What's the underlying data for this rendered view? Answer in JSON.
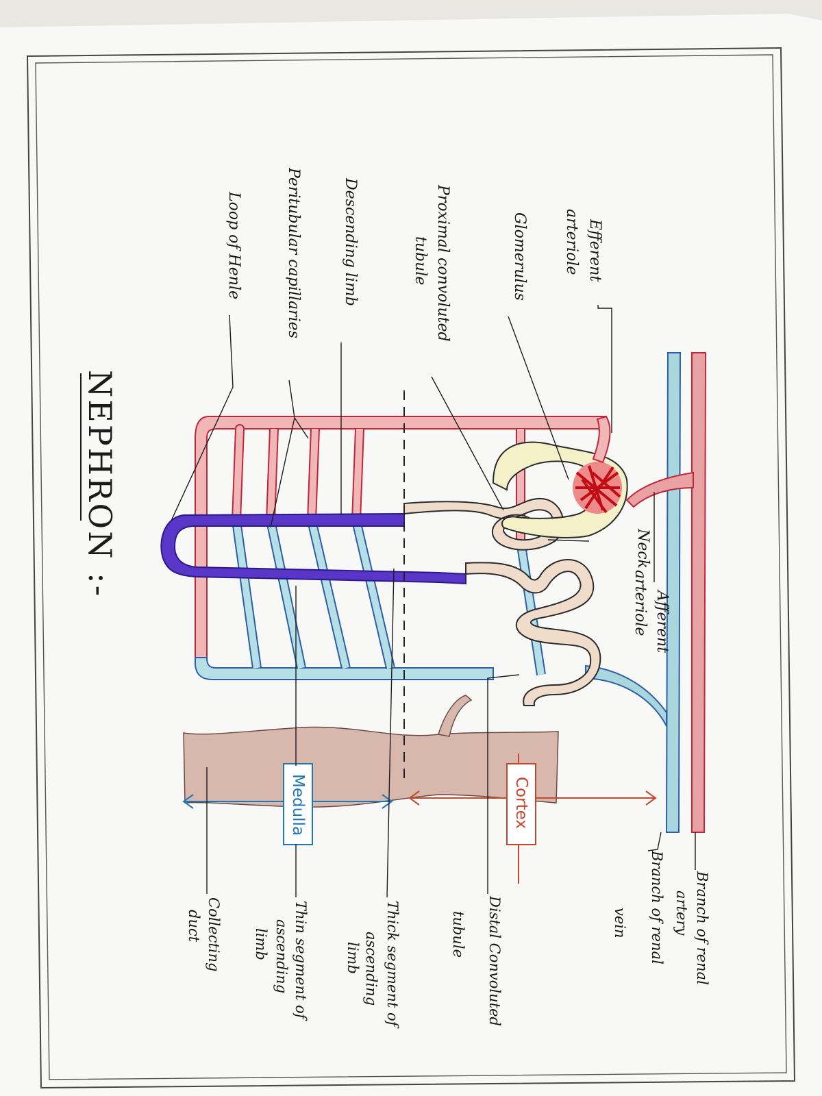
{
  "title": "NEPHRON :-",
  "labels": {
    "efferent_arteriole": [
      "Efferent",
      "arteriole"
    ],
    "glomerulus": "Glomerulus",
    "pct": [
      "Proximal convoluted",
      "tubule"
    ],
    "descending_limb": "Descending limb",
    "peritubular": "Peritubular capillaries",
    "loop_of_henle": "Loop of Henle",
    "neck": "Neck",
    "afferent_arteriole": [
      "Afferent",
      "arteriole"
    ],
    "branch_renal_artery": [
      "Branch of renal",
      "artery"
    ],
    "branch_renal_vein": [
      "Branch of renal",
      "vein"
    ],
    "dct": [
      "Distal Convoluted",
      "tubule"
    ],
    "thick_segment": [
      "Thick segment of",
      "ascending",
      "limb"
    ],
    "thin_segment": [
      "Thin segment of",
      "ascending",
      "limb"
    ],
    "collecting_duct": [
      "Collecting",
      "duct"
    ]
  },
  "zones": {
    "cortex": "Cortex",
    "medulla": "Medulla"
  },
  "colors": {
    "artery": "#e79f9e",
    "artery_outline": "#c2263a",
    "vein": "#a9d8de",
    "vein_outline": "#2d5fa8",
    "tubule": "#efdccb",
    "loop_thin": "#5a36c8",
    "glomerulus": "#d11f24",
    "capsule": "#f4f1c8",
    "collecting_duct": "#d8b7ac",
    "cortex": "#c4482e",
    "medulla": "#1f78b4"
  }
}
